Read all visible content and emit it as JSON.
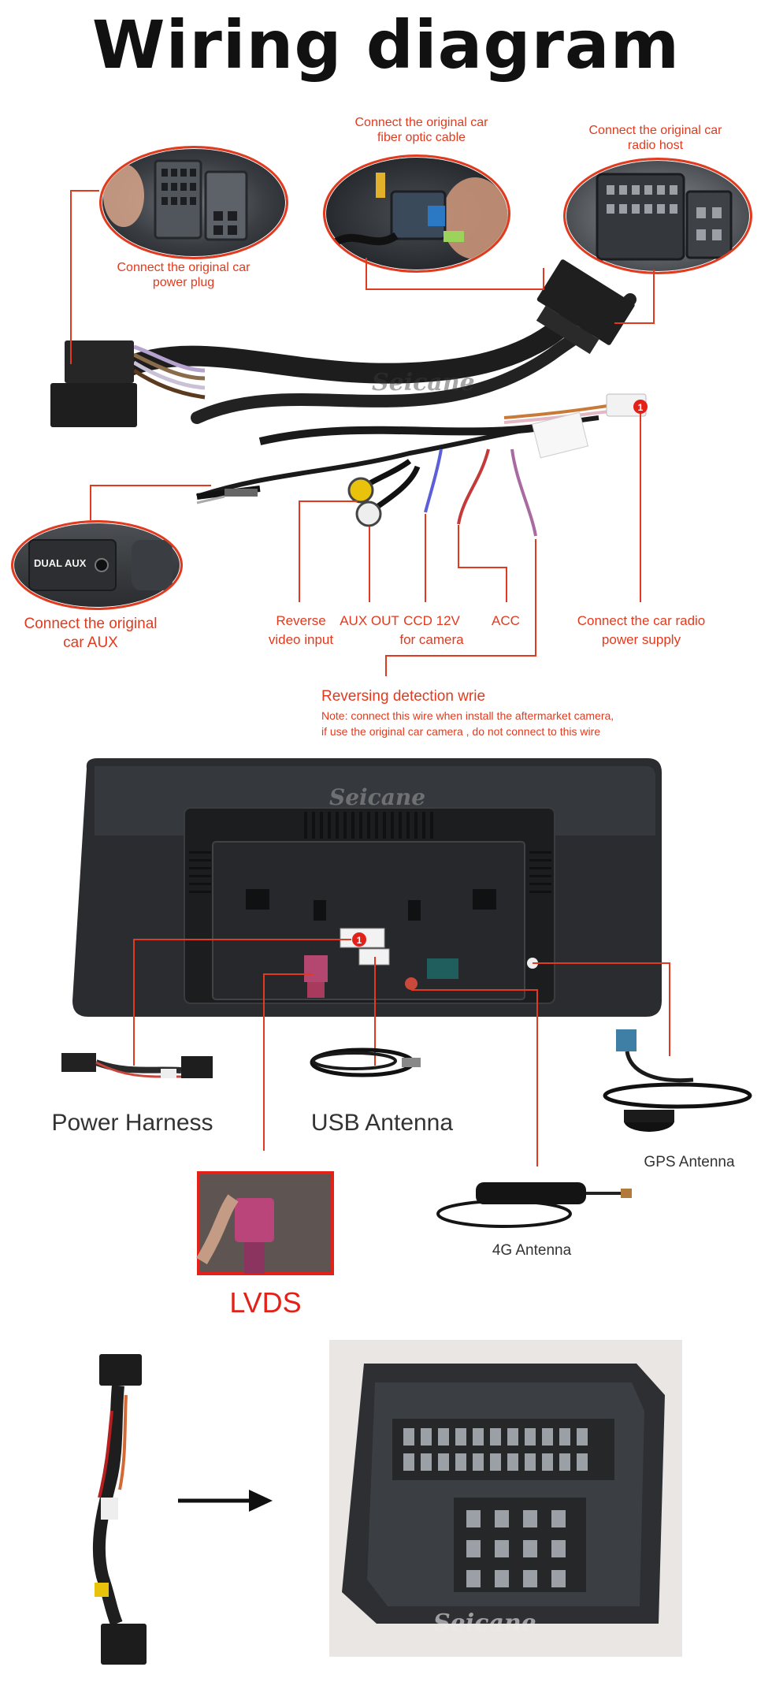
{
  "title": "Wiring diagram",
  "colors": {
    "accent_red": "#e23a1e",
    "bright_red": "#e32119",
    "text_dark": "#333333"
  },
  "brand": "Seicane",
  "section1": {
    "labels": {
      "power_plug": "Connect the original car power plug",
      "fiber_optic": "Connect the original car fiber optic cable",
      "radio_host": "Connect the original car radio host",
      "car_aux": "Connect the original car AUX",
      "dual_aux_panel": "DUAL AUX",
      "reverse_video": "Reverse video input",
      "aux_out": "AUX OUT",
      "ccd": "CCD 12V for camera",
      "acc": "ACC",
      "radio_power": "Connect the car radio power supply",
      "reversing_title": "Reversing detection wrie",
      "reversing_note_1": "Note: connect this wire when install the aftermarket camera,",
      "reversing_note_2": "if use the original car camera , do not connect to this wire"
    },
    "marker": "1"
  },
  "section2": {
    "labels": {
      "power_harness": "Power Harness",
      "usb_antenna": "USB Antenna",
      "gps_antenna": "GPS Antenna",
      "antenna_4g": "4G Antenna",
      "lvds": "LVDS"
    },
    "marker": "1"
  },
  "section3": {
    "icon": "arrow-right-icon"
  }
}
